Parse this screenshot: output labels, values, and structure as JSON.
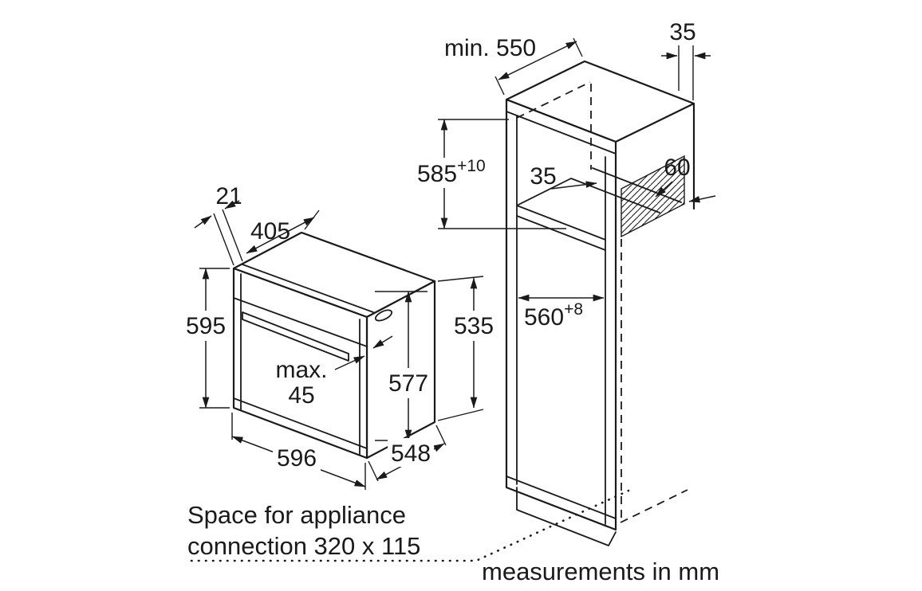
{
  "title": "Built-in oven installation diagram",
  "line_color": "#1a1a1a",
  "background_color": "#ffffff",
  "notes": {
    "connection_line1": "Space for appliance",
    "connection_line2": "connection 320 x 115",
    "units": "measurements in mm"
  },
  "dims": {
    "oven": {
      "door_thickness": "21",
      "top_depth": "405",
      "height": "595",
      "handle_label": "max.",
      "handle_value": "45",
      "rear_height": "577",
      "width": "596",
      "depth": "548",
      "side_height": "535"
    },
    "cabinet": {
      "min_depth": "min. 550",
      "top_rear_gap": "35",
      "niche_height": "585",
      "niche_height_tol": "+10",
      "shelf_rear_gap": "35",
      "rear_vent": "60",
      "niche_width": "560",
      "niche_width_tol": "+8"
    }
  }
}
